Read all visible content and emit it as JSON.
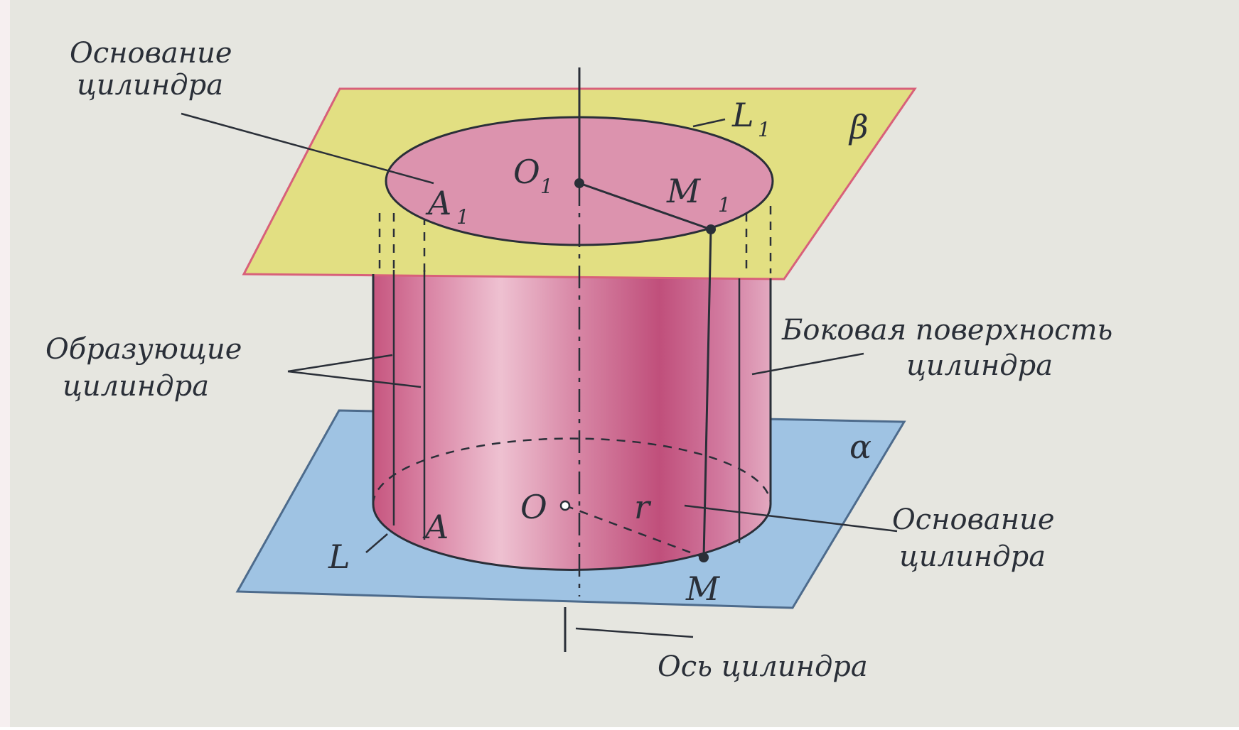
{
  "labels": {
    "base_top_line1": "Основание",
    "base_top_line2": "цилиндра",
    "generators_line1": "Образующие",
    "generators_line2": "цилиндра",
    "lateral_line1": "Боковая поверхность",
    "lateral_line2": "цилиндра",
    "base_bottom_line1": "Основание",
    "base_bottom_line2": "цилиндра",
    "axis_caption": "Ось цилиндра"
  },
  "points": {
    "O1": "O",
    "O1_sub": "1",
    "M1": "M",
    "M1_sub": "1",
    "A1": "A",
    "A1_sub": "1",
    "L1": "L",
    "L1_sub": "1",
    "O": "O",
    "M": "M",
    "A": "A",
    "L": "L",
    "r": "r",
    "beta": "β",
    "alpha": "α"
  },
  "colors": {
    "plane_top": "#e2df82",
    "plane_top_edge": "#d8607a",
    "plane_bottom": "#9fc3e3",
    "plane_bottom_edge": "#4d6b8c",
    "cylinder": "#d98aa8",
    "cylinder_dark": "#c2557e",
    "ellipse_top": "#dc93ae",
    "background": "#e6e6e0"
  }
}
